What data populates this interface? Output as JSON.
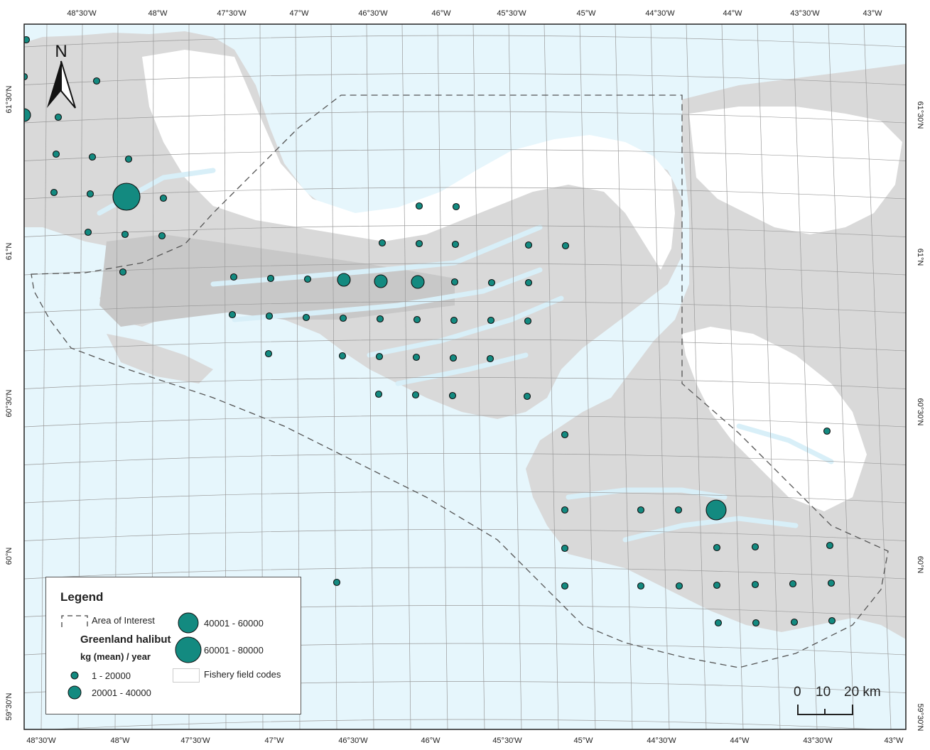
{
  "map": {
    "colors": {
      "sea": "#e6f6fc",
      "land": "#d9d9d9",
      "land_dark": "#c8c8c8",
      "ice": "#ffffff",
      "fjord": "#d8eff8",
      "marker": "#138a80",
      "grid": "#9a9a9a"
    },
    "lon_labels_top": [
      "48°30'W",
      "48°W",
      "47°30'W",
      "47°W",
      "46°30'W",
      "46°W",
      "45°30'W",
      "45°W",
      "44°30'W",
      "44°W",
      "43°30'W",
      "43°W"
    ],
    "lon_labels_bottom": [
      "48°30'W",
      "48°W",
      "47°30'W",
      "47°W",
      "46°30'W",
      "46°W",
      "45°30'W",
      "45°W",
      "44°30'W",
      "44°W",
      "43°30'W",
      "43°W"
    ],
    "lat_labels": [
      "61°30'N",
      "61°N",
      "60°30'N",
      "60°N",
      "59°30'N"
    ]
  },
  "legend": {
    "title": "Legend",
    "aoi_label": "Area of Interest",
    "species": "Greenland halibut",
    "unit": "kg (mean) / year",
    "classes": [
      {
        "label": "1 - 20000",
        "level": 1
      },
      {
        "label": "20001 - 40000",
        "level": 2
      },
      {
        "label": "40001 - 60000",
        "level": 3
      },
      {
        "label": "60001 - 80000",
        "level": 4
      }
    ],
    "field_codes_label": "Fishery field codes"
  },
  "scale_bar": {
    "labels": [
      "0",
      "10",
      "20 km"
    ]
  },
  "north_arrow": {
    "label": "N",
    "icon": "north-arrow-icon"
  }
}
